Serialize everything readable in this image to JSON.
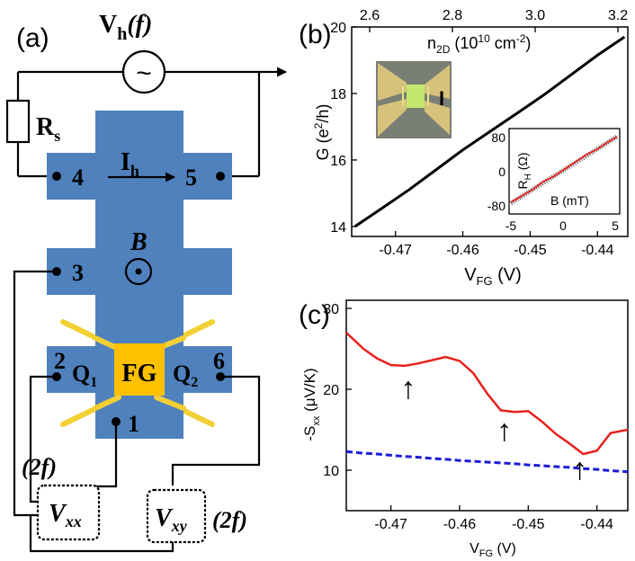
{
  "panel_a": {
    "label": "(a)",
    "source": {
      "symbol": "V",
      "subscript": "h",
      "arg": "(f)",
      "glyph": "~"
    },
    "resistor": {
      "symbol": "R",
      "subscript": "s"
    },
    "current": {
      "symbol": "I",
      "subscript": "h"
    },
    "field": {
      "symbol": "B",
      "glyph": "⊙"
    },
    "contacts": {
      "c1": "1",
      "c2": "2",
      "c3": "3",
      "c4": "4",
      "c5": "5",
      "c6": "6"
    },
    "gate_label": "FG",
    "qpc1": {
      "symbol": "Q",
      "subscript": "1"
    },
    "qpc2": {
      "symbol": "Q",
      "subscript": "2"
    },
    "vxx": {
      "symbol": "V",
      "subscript": "xx",
      "arg": "(2f)"
    },
    "vxy": {
      "symbol": "V",
      "subscript": "xy",
      "arg": "(2f)"
    },
    "colors": {
      "mesa": "#4f81bd",
      "gate": "#ffc000",
      "leads": "#f2cf33"
    }
  },
  "panel_b": {
    "label": "(b)",
    "ylabel_main": "G (e",
    "ylabel_sup": "2",
    "ylabel_end": "/h)",
    "xlabel_main": "V",
    "xlabel_sub": "FG",
    "xlabel_end": " (V)",
    "top_label_main": "n",
    "top_label_sub": "2D",
    "top_label_mid": " (10",
    "top_label_sup1": "10",
    "top_label_cm": " cm",
    "top_label_sup2": "-2",
    "top_label_end": ")",
    "inset_label": "I",
    "inset_ylabel_main": "R",
    "inset_ylabel_sub": "H",
    "inset_ylabel_end": " (Ω)",
    "inset_xlabel": "B (mT)",
    "inset_xticks": [
      "-5",
      "0",
      "5"
    ],
    "inset_yticks": [
      "80",
      "0",
      "-80"
    ]
  },
  "panel_c": {
    "label": "(c)",
    "ylabel_main": "-S",
    "ylabel_sub": "xx",
    "ylabel_end": " (μV/K)",
    "xlabel_main": "V",
    "xlabel_sub": "FG",
    "xlabel_end": " (V)",
    "arrows": [
      "↑",
      "↑",
      "↑"
    ]
  },
  "chart_data": [
    {
      "type": "line",
      "panel": "b",
      "x": [
        -0.476,
        -0.472,
        -0.468,
        -0.464,
        -0.46,
        -0.456,
        -0.452,
        -0.448,
        -0.444,
        -0.44,
        -0.436
      ],
      "series": [
        {
          "values": [
            14.0,
            14.55,
            15.1,
            15.7,
            16.3,
            16.85,
            17.4,
            17.95,
            18.55,
            19.15,
            19.7
          ]
        }
      ],
      "xticks": [
        "-0.47",
        "-0.46",
        "-0.45",
        "-0.44"
      ],
      "yticks": [
        "14",
        "16",
        "18",
        "20"
      ],
      "top_xticks": [
        "2.6",
        "2.8",
        "3.0",
        "3.2"
      ],
      "xlim": [
        -0.4765,
        -0.4355
      ],
      "ylim": [
        13.7,
        20.0
      ],
      "color": "#000000"
    },
    {
      "type": "line",
      "panel": "c",
      "x": [
        -0.4765,
        -0.474,
        -0.472,
        -0.47,
        -0.468,
        -0.466,
        -0.464,
        -0.462,
        -0.46,
        -0.458,
        -0.456,
        -0.454,
        -0.452,
        -0.45,
        -0.448,
        -0.446,
        -0.444,
        -0.442,
        -0.44,
        -0.438,
        -0.4355
      ],
      "series": [
        {
          "values": [
            27.0,
            25.0,
            23.8,
            23.0,
            22.9,
            23.2,
            23.6,
            24.0,
            23.5,
            22.0,
            19.5,
            17.4,
            17.2,
            17.3,
            16.0,
            14.5,
            13.3,
            12.0,
            12.4,
            14.6,
            15.0
          ],
          "color": "#e8211d",
          "style": "solid"
        },
        {
          "values": [
            12.3,
            12.1,
            12.0,
            11.85,
            11.7,
            11.6,
            11.45,
            11.35,
            11.2,
            11.1,
            11.0,
            10.9,
            10.8,
            10.65,
            10.55,
            10.45,
            10.35,
            10.2,
            10.1,
            9.95,
            9.8
          ],
          "color": "#1b1bd8",
          "style": "dashed"
        }
      ],
      "xticks": [
        "-0.47",
        "-0.46",
        "-0.45",
        "-0.44"
      ],
      "yticks": [
        "10",
        "20",
        "30"
      ],
      "xlim": [
        -0.4765,
        -0.4355
      ],
      "ylim": [
        5.0,
        31.0
      ],
      "arrow_x": [
        -0.4675,
        -0.4535,
        -0.4425
      ]
    }
  ]
}
